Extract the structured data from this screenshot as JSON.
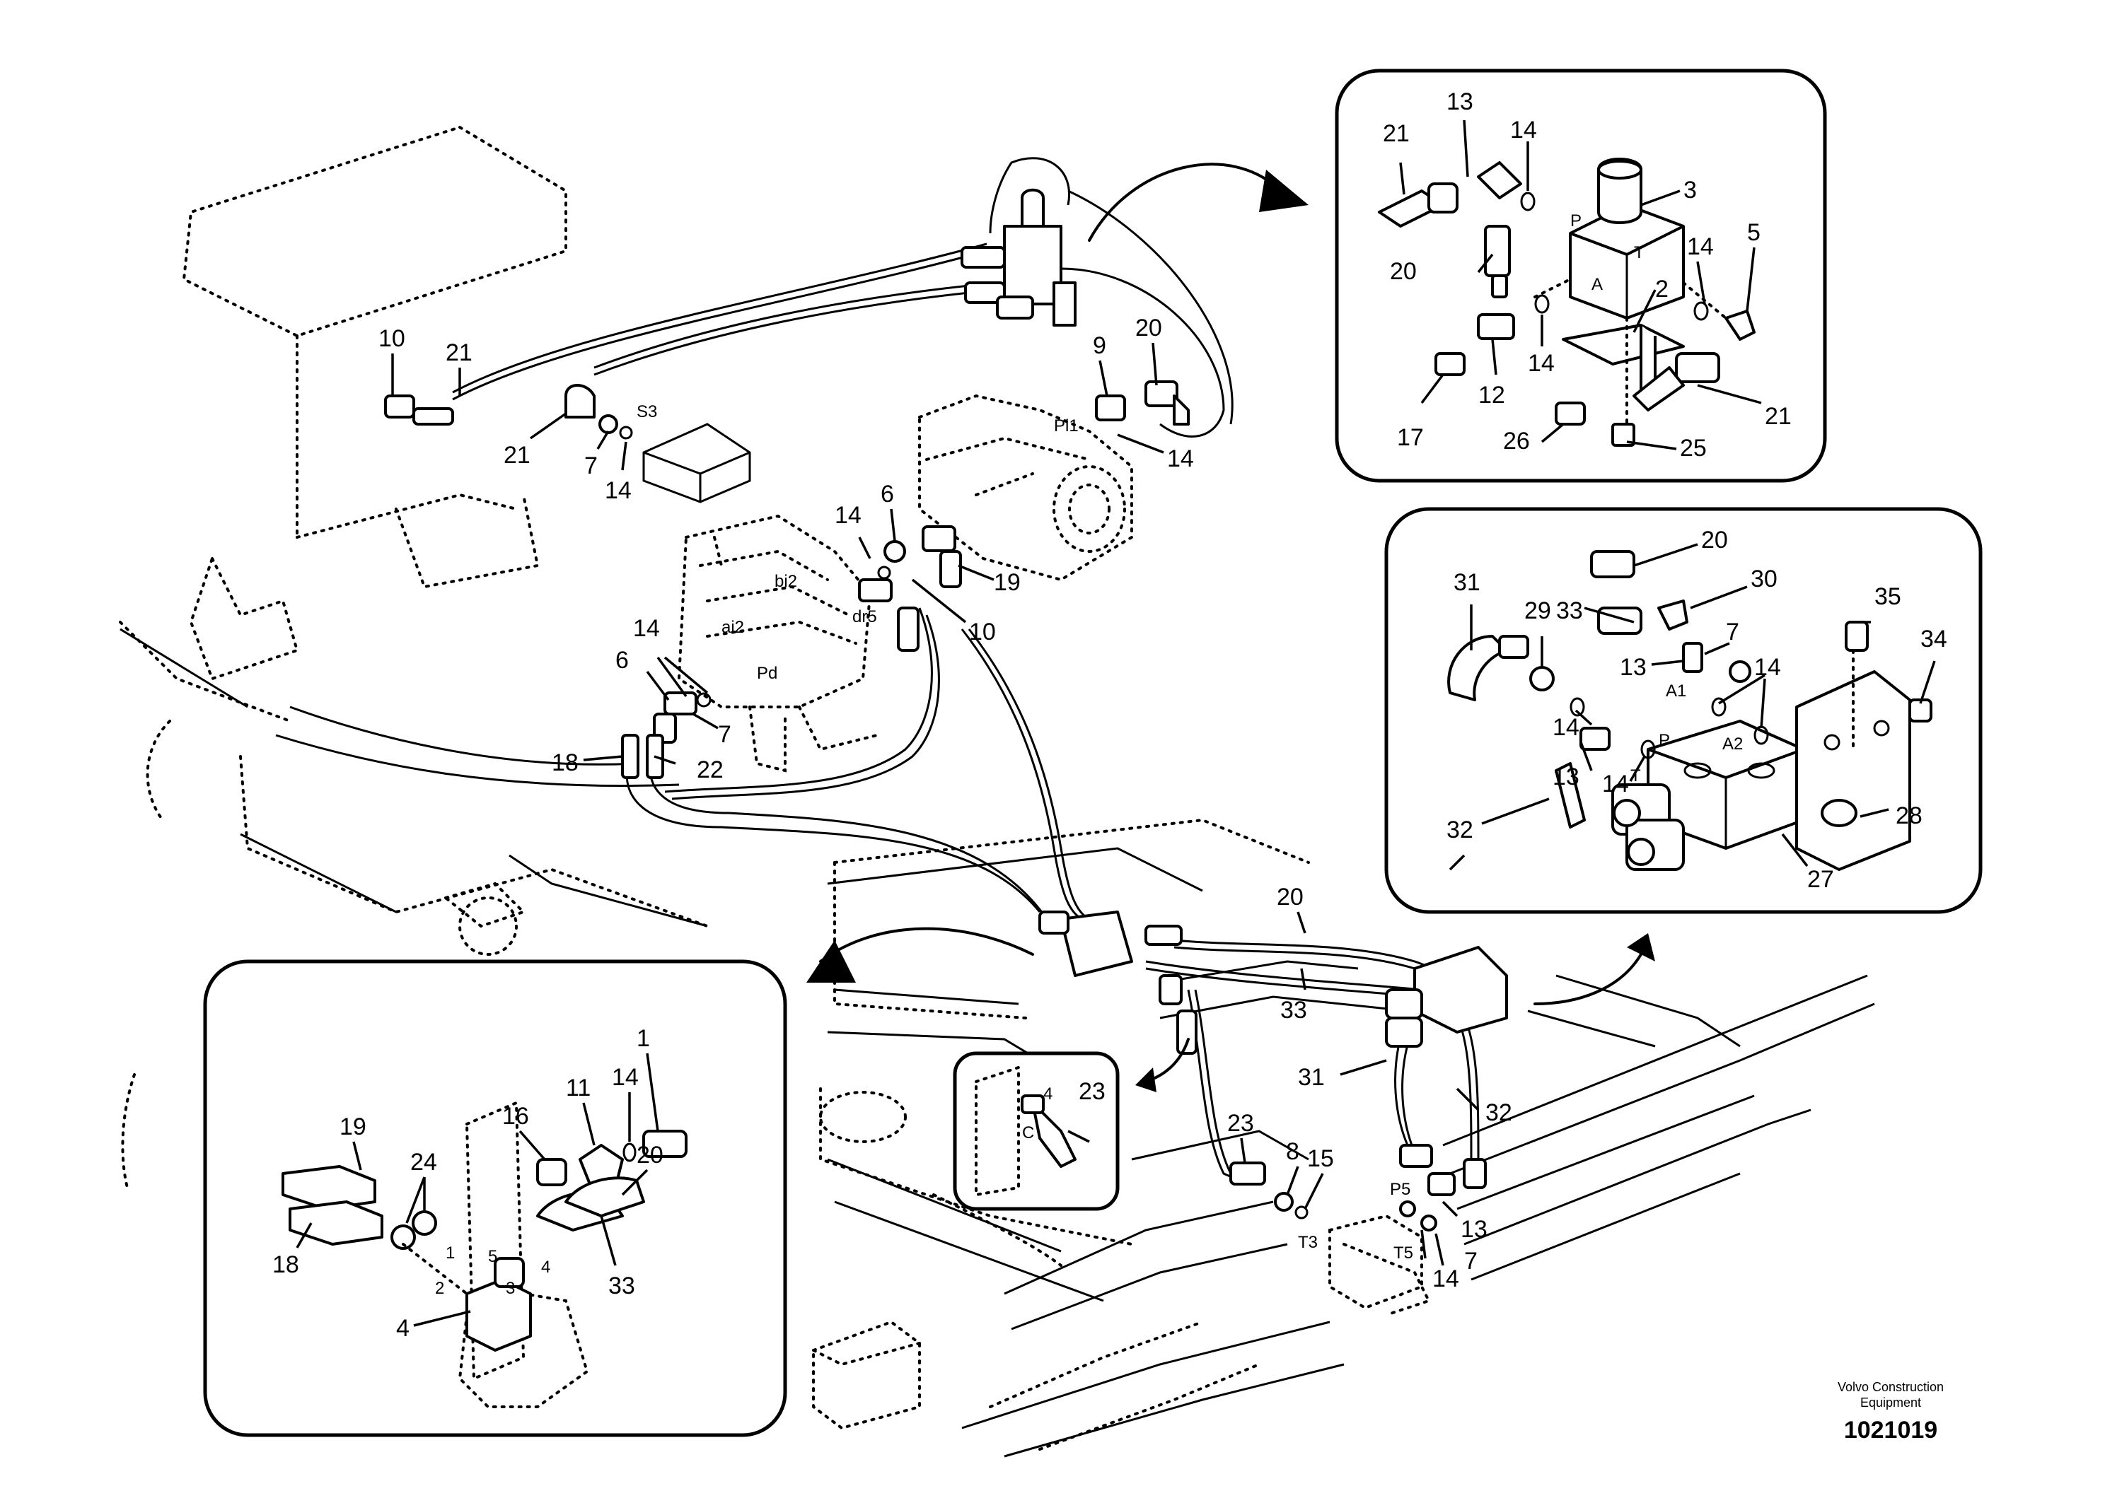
{
  "callouts": {
    "main": [
      {
        "id": "c-10a",
        "text": "10"
      },
      {
        "id": "c-21a",
        "text": "21"
      },
      {
        "id": "c-21b",
        "text": "21"
      },
      {
        "id": "c-7a",
        "text": "7"
      },
      {
        "id": "c-14a",
        "text": "14"
      },
      {
        "id": "c-9",
        "text": "9"
      },
      {
        "id": "c-20a",
        "text": "20"
      },
      {
        "id": "c-14b",
        "text": "14"
      },
      {
        "id": "c-14c",
        "text": "14"
      },
      {
        "id": "c-6a",
        "text": "6"
      },
      {
        "id": "c-19a",
        "text": "19"
      },
      {
        "id": "c-10b",
        "text": "10"
      },
      {
        "id": "c-14d",
        "text": "14"
      },
      {
        "id": "c-6b",
        "text": "6"
      },
      {
        "id": "c-7b",
        "text": "7"
      },
      {
        "id": "c-18a",
        "text": "18"
      },
      {
        "id": "c-22",
        "text": "22"
      },
      {
        "id": "c-20b",
        "text": "20"
      },
      {
        "id": "c-33a",
        "text": "33"
      },
      {
        "id": "c-31a",
        "text": "31"
      },
      {
        "id": "c-32a",
        "text": "32"
      },
      {
        "id": "c-23a",
        "text": "23"
      },
      {
        "id": "c-8",
        "text": "8"
      },
      {
        "id": "c-15",
        "text": "15"
      },
      {
        "id": "c-13a",
        "text": "13"
      },
      {
        "id": "c-7c",
        "text": "7"
      },
      {
        "id": "c-14e",
        "text": "14"
      }
    ],
    "detail_valve": [
      {
        "id": "c-21c",
        "text": "21"
      },
      {
        "id": "c-13b",
        "text": "13"
      },
      {
        "id": "c-14f",
        "text": "14"
      },
      {
        "id": "c-3",
        "text": "3"
      },
      {
        "id": "c-20c",
        "text": "20"
      },
      {
        "id": "c-2",
        "text": "2"
      },
      {
        "id": "c-14g",
        "text": "14"
      },
      {
        "id": "c-5",
        "text": "5"
      },
      {
        "id": "c-14h",
        "text": "14"
      },
      {
        "id": "c-12",
        "text": "12"
      },
      {
        "id": "c-17",
        "text": "17"
      },
      {
        "id": "c-26",
        "text": "26"
      },
      {
        "id": "c-25",
        "text": "25"
      },
      {
        "id": "c-21d",
        "text": "21"
      }
    ],
    "detail_solenoid": [
      {
        "id": "c-20d",
        "text": "20"
      },
      {
        "id": "c-31b",
        "text": "31"
      },
      {
        "id": "c-30",
        "text": "30"
      },
      {
        "id": "c-29",
        "text": "29"
      },
      {
        "id": "c-33b",
        "text": "33"
      },
      {
        "id": "c-35",
        "text": "35"
      },
      {
        "id": "c-7d",
        "text": "7"
      },
      {
        "id": "c-34",
        "text": "34"
      },
      {
        "id": "c-13c",
        "text": "13"
      },
      {
        "id": "c-14i",
        "text": "14"
      },
      {
        "id": "c-14j",
        "text": "14"
      },
      {
        "id": "c-13d",
        "text": "13"
      },
      {
        "id": "c-14k",
        "text": "14"
      },
      {
        "id": "c-32b",
        "text": "32"
      },
      {
        "id": "c-28",
        "text": "28"
      },
      {
        "id": "c-27",
        "text": "27"
      }
    ],
    "detail_block": [
      {
        "id": "c-1a",
        "text": "1"
      },
      {
        "id": "c-14l",
        "text": "14"
      },
      {
        "id": "c-11",
        "text": "11"
      },
      {
        "id": "c-16",
        "text": "16"
      },
      {
        "id": "c-19b",
        "text": "19"
      },
      {
        "id": "c-24",
        "text": "24"
      },
      {
        "id": "c-20e",
        "text": "20"
      },
      {
        "id": "c-18b",
        "text": "18"
      },
      {
        "id": "c-33c",
        "text": "33"
      },
      {
        "id": "c-4a",
        "text": "4"
      }
    ],
    "detail_small": [
      {
        "id": "c-23b",
        "text": "23"
      }
    ]
  },
  "ports": [
    {
      "id": "p-s3",
      "text": "S3"
    },
    {
      "id": "p-pi1",
      "text": "Pi1"
    },
    {
      "id": "p-bi2",
      "text": "bi2"
    },
    {
      "id": "p-ai2",
      "text": "ai2"
    },
    {
      "id": "p-dr5",
      "text": "dr5"
    },
    {
      "id": "p-pd",
      "text": "Pd"
    },
    {
      "id": "p-p-valve",
      "text": "P"
    },
    {
      "id": "p-a-valve",
      "text": "A"
    },
    {
      "id": "p-t-valve",
      "text": "T"
    },
    {
      "id": "p-a1",
      "text": "A1"
    },
    {
      "id": "p-a2",
      "text": "A2"
    },
    {
      "id": "p-p-sol",
      "text": "P"
    },
    {
      "id": "p-t-sol",
      "text": "T"
    },
    {
      "id": "p-p5",
      "text": "P5"
    },
    {
      "id": "p-t3",
      "text": "T3"
    },
    {
      "id": "p-t5",
      "text": "T5"
    },
    {
      "id": "p-1-block",
      "text": "1"
    },
    {
      "id": "p-2-block",
      "text": "2"
    },
    {
      "id": "p-3-block",
      "text": "3"
    },
    {
      "id": "p-4-block",
      "text": "4"
    },
    {
      "id": "p-5-block",
      "text": "5"
    },
    {
      "id": "p-4-small",
      "text": "4"
    },
    {
      "id": "p-c-small",
      "text": "C"
    }
  ],
  "branding": {
    "line1": "Volvo Construction",
    "line2": "Equipment",
    "drawing_number": "1021019"
  }
}
